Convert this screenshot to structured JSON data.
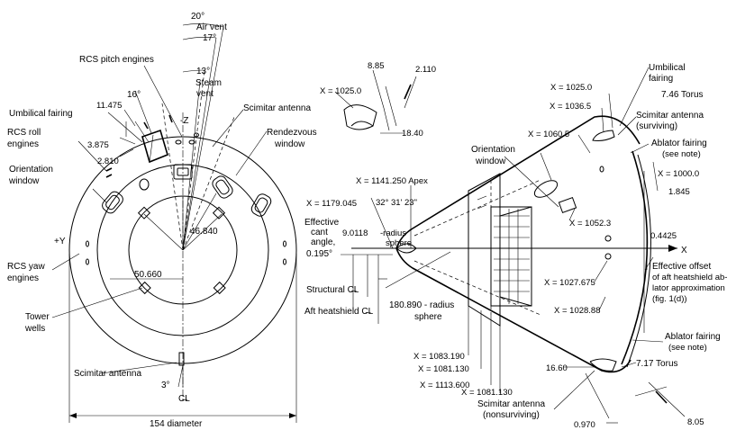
{
  "left_view": {
    "angle_20": "20°",
    "air_vent": "Air vent",
    "angle_17": "17°",
    "angle_13": "13°",
    "steam": "Steam",
    "vent": "vent",
    "rcs_pitch": "RCS pitch engines",
    "angle_16": "16°",
    "umbilical_fairing": "Umbilical fairing",
    "dim_11475": "11.475",
    "z_label": "-Z",
    "scimitar_antenna_top": "Scimitar antenna",
    "rendezvous_1": "Rendezvous",
    "rendezvous_2": "window",
    "rcs_roll_1": "RCS roll",
    "rcs_roll_2": "engines",
    "dim_3875": "3.875",
    "dim_2810": "2.810",
    "orientation_1": "Orientation",
    "orientation_2": "window",
    "dim_46840": "46.840",
    "plus_y": "+Y",
    "rcs_yaw_1": "RCS yaw",
    "rcs_yaw_2": "engines",
    "dim_50660": "50.660",
    "tower_1": "Tower",
    "tower_2": "wells",
    "scimitar_antenna_bottom": "Scimitar antenna",
    "angle_3": "3°",
    "centerline": "C̶L",
    "diameter": "154 diameter"
  },
  "detail_view": {
    "dim_885": "8.85",
    "dim_2110": "2.110",
    "x_1025": "X = 1025.0",
    "dim_1840": "18.40"
  },
  "right_view": {
    "umbilical_1": "Umbilical",
    "umbilical_2": "fairing",
    "x_1025_0": "X = 1025.0",
    "torus_746": "7.46 Torus",
    "x_1036_5": "X = 1036.5",
    "scimitar_surv_1": "Scimitar antenna",
    "scimitar_surv_2": "(surviving)",
    "ablator_top_1": "Ablator fairing",
    "ablator_top_2": "(see note)",
    "x_1060_5": "X = 1060.5",
    "orientation_1": "Orientation",
    "orientation_2": "window",
    "x_1000": "X = 1000.0",
    "dim_1845": "1.845",
    "apex": "X = 1141.250 Apex",
    "x_1179": "X = 1179.045",
    "angle_32": "32° 31' 23\"",
    "cant_1": "Effective",
    "cant_2": "cant",
    "cant_3": "angle,",
    "cant_4": "0.195°",
    "dim_90118": "9.0118",
    "radius_1": "-radius",
    "radius_2": "sphere",
    "x_1052_3": "X = 1052.3",
    "dim_04425": "0.4425",
    "x_axis": "X",
    "x_1027_675": "X = 1027.675",
    "structural": "Structural C̶L",
    "aft_heatshield": "Aft heatshield C̶L",
    "radius_180": "180.890 - radius",
    "sphere": "sphere",
    "x_1028_88": "X = 1028.88",
    "offset_1": "Effective offset",
    "offset_2": "of aft heatshield ab-",
    "offset_3": "lator approximation",
    "offset_4": "(fig. 1(d))",
    "ablator_bot_1": "Ablator fairing",
    "ablator_bot_2": "(see note)",
    "x_1083_190": "X = 1083.190",
    "x_1081_130a": "X = 1081.130",
    "dim_1660": "16.60",
    "torus_717": "7.17 Torus",
    "x_1113_600": "X = 1113.600",
    "x_1081_130b": "X = 1081.130",
    "scimitar_nonsurv_1": "Scimitar antenna",
    "scimitar_nonsurv_2": "(nonsurviving)",
    "dim_0970": "0.970",
    "dim_805": "8.05"
  }
}
